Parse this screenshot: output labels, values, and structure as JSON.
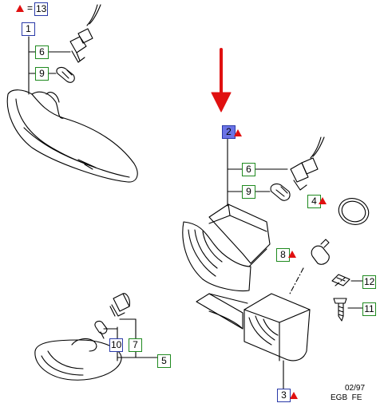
{
  "legend": {
    "equals": "=",
    "ref": "13"
  },
  "callouts": {
    "c1": "1",
    "c2": "2",
    "c3": "3",
    "c4": "4",
    "c5": "5",
    "c6a": "6",
    "c6b": "6",
    "c7": "7",
    "c8": "8",
    "c9a": "9",
    "c9b": "9",
    "c10": "10",
    "c11": "11",
    "c12": "12"
  },
  "footer": {
    "date": "02/97",
    "code": "EGB  FE"
  },
  "colors": {
    "warning_triangle": "#e01010",
    "arrow": "#e01010",
    "callout_blue": "#2a3aa8",
    "callout_green": "#1f8a1f",
    "callout_highlight": "#6b73e6"
  }
}
